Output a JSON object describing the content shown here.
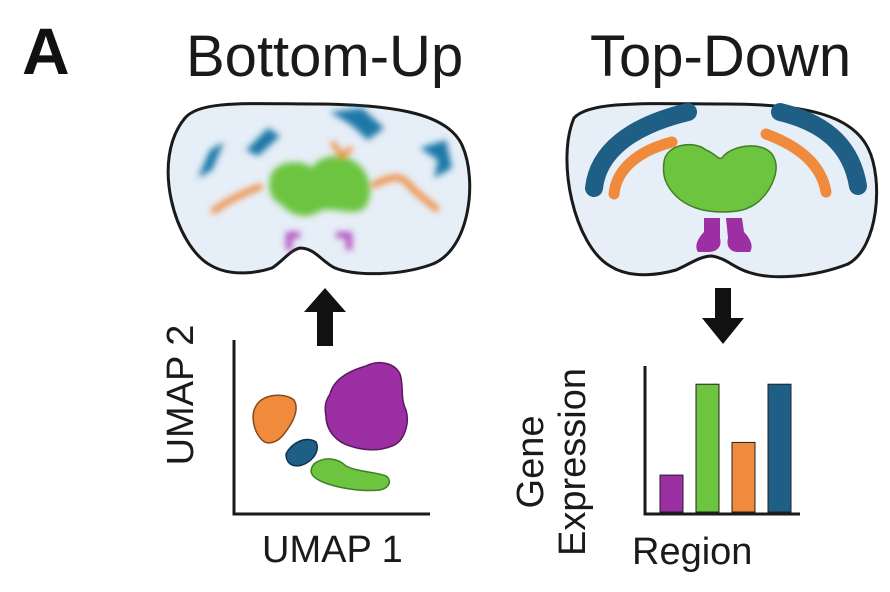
{
  "panel_letter": "A",
  "left": {
    "title": "Bottom-Up",
    "xlabel": "UMAP 1",
    "ylabel": "UMAP 2"
  },
  "right": {
    "title": "Top-Down",
    "xlabel": "Region",
    "ylabel_line1": "Gene",
    "ylabel_line2": "Expression"
  },
  "colors": {
    "purple": "#9b2fa3",
    "green": "#6cc43f",
    "orange": "#f08a3c",
    "blue": "#1f5f85",
    "brain_fill": "#e6eef7",
    "outline": "#1a1a1a"
  },
  "chart_data": {
    "type": "bar",
    "categories": [
      "",
      "",
      "",
      ""
    ],
    "values": [
      0.26,
      0.9,
      0.49,
      0.9
    ],
    "colors": [
      "#9b2fa3",
      "#6cc43f",
      "#f08a3c",
      "#1f5f85"
    ],
    "xlabel": "Region",
    "ylabel": "Gene Expression"
  }
}
